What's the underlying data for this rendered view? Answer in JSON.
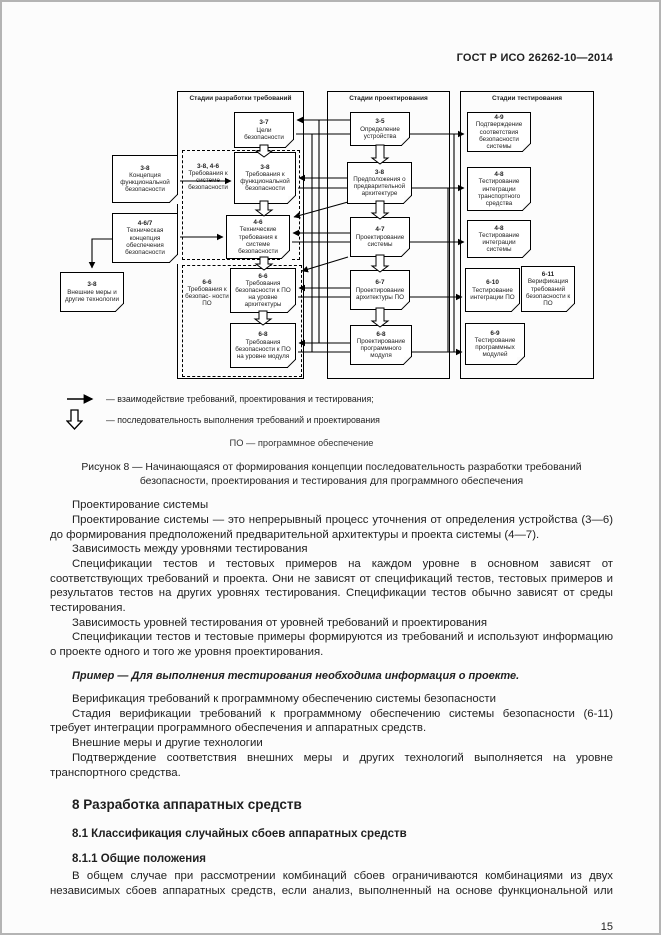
{
  "colors": {
    "ink": "#1f1f1f",
    "page_bg": "#fcfcfc"
  },
  "header": {
    "title": "ГОСТ Р ИСО 26262-10—2014"
  },
  "diagram": {
    "columns": [
      {
        "label": "Стадии разработки требований"
      },
      {
        "label": "Стадии проектирования"
      },
      {
        "label": "Стадии тестирования"
      }
    ],
    "groups": {
      "sys_req": {
        "num": "3-8, 4-6",
        "label": "Требования к системе безопасности"
      },
      "sw_req": {
        "num": "6-6",
        "label": "Требования к безопас- ности ПО"
      }
    },
    "boxes": {
      "goals": {
        "num": "3-7",
        "label": "Цели безопасности"
      },
      "func_req": {
        "num": "3-8",
        "label": "Требования к функциональной безопасности"
      },
      "tech_req": {
        "num": "4-6",
        "label": "Технические требования к системе безопасности"
      },
      "sw_arch_req": {
        "num": "6-6",
        "label": "Требования безопасности к ПО на уровне архитектуры"
      },
      "sw_unit_req": {
        "num": "6-8",
        "label": "Требования безопасности к ПО на уровне модуля"
      },
      "func_concept": {
        "num": "3-8",
        "label": "Концепция функциональной безопасности"
      },
      "tech_concept": {
        "num": "4-6/7",
        "label": "Техническая концепция обеспечения безопасности"
      },
      "external": {
        "num": "3-8",
        "label": "Внешние меры и другие технологии"
      },
      "item_def": {
        "num": "3-5",
        "label": "Определение устройства"
      },
      "prelim_arch": {
        "num": "3-8",
        "label": "Предположения о предварительной архитектуре"
      },
      "sys_design": {
        "num": "4-7",
        "label": "Проектирование системы"
      },
      "sw_arch_design": {
        "num": "6-7",
        "label": "Проектирование архитектуры ПО"
      },
      "sw_unit_design": {
        "num": "6-8",
        "label": "Проектирование программного модуля"
      },
      "validation": {
        "num": "4-9",
        "label": "Подтверждение соответствия безопасности системы"
      },
      "vehicle_int": {
        "num": "4-8",
        "label": "Тестирование интеграции транспортного средства"
      },
      "sys_int": {
        "num": "4-8",
        "label": "Тестирование интеграции системы"
      },
      "sw_int": {
        "num": "6-10",
        "label": "Тестирование интеграции ПО"
      },
      "sw_verif": {
        "num": "6-11",
        "label": "Верификация требований безопасности к ПО"
      },
      "sw_unit_test": {
        "num": "6-9",
        "label": "Тестирование программных модулей"
      }
    }
  },
  "legend": {
    "interaction": "— взаимодействие требований, проектирования и тестирования;",
    "sequence": "— последовательность выполнения требований и проектирования",
    "abbreviation": "ПО — программное обеспечение"
  },
  "figure_caption": {
    "line1": "Рисунок 8 — Начинающаяся от формирования концепции последовательность разработки требований",
    "line2": "безопасности, проектирования и тестирования для программного обеспечения"
  },
  "body": {
    "paragraphs": [
      {
        "text": "Проектирование системы"
      },
      {
        "text": "Проектирование системы — это непрерывный процесс уточнения от определения устройства (3—6) до формирования предположений предварительной архитектуры и проекта системы (4—7)."
      },
      {
        "text": "Зависимость между уровнями тестирования"
      },
      {
        "text": "Спецификации тестов и тестовых примеров на каждом уровне в основном зависят от соответствующих требований и проекта. Они не зависят от спецификаций тестов, тестовых примеров и результатов тестов на других уровнях тестирования. Спецификации тестов обычно зависят от среды тестирования."
      },
      {
        "text": "Зависимость уровней тестирования от уровней требований и проектирования"
      },
      {
        "text": "Спецификации тестов и тестовые примеры формируются из требований и используют информацию о проекте одного и того же уровня проектирования."
      },
      {
        "text": "Пример — Для выполнения тестирования необходима информация о проекте."
      },
      {
        "text": "Верификация требований к программному обеспечению системы безопасности"
      },
      {
        "text": "Стадия верификации требований к программному обеспечению системы безопасности (6-11) требует интеграции программного обеспечения и аппаратных средств."
      },
      {
        "text": "Внешние меры и другие технологии"
      },
      {
        "text": "Подтверждение соответствия внешних меры и других технологий выполняется на уровне транспортного средства."
      }
    ]
  },
  "section8": {
    "title": "8 Разработка аппаратных средств",
    "sub1": "8.1 Классификация случайных сбоев аппаратных средств",
    "sub2": "8.1.1 Общие положения",
    "para": "В общем случае при рассмотрении комбинаций сбоев ограничиваются комбинациями из двух независимых сбоев аппаратных средств, если анализ, выполненный на основе функциональной или"
  },
  "page_number": "15"
}
